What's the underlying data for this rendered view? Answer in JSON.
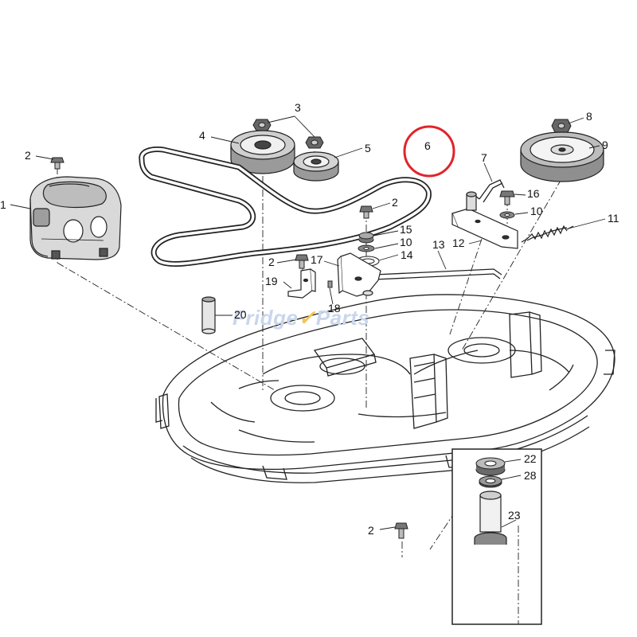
{
  "diagram": {
    "callouts": [
      {
        "id": "c1",
        "text": "1"
      },
      {
        "id": "c2a",
        "text": "2"
      },
      {
        "id": "c2b",
        "text": "2"
      },
      {
        "id": "c2c",
        "text": "2"
      },
      {
        "id": "c2d",
        "text": "2"
      },
      {
        "id": "c3",
        "text": "3"
      },
      {
        "id": "c4",
        "text": "4"
      },
      {
        "id": "c5",
        "text": "5"
      },
      {
        "id": "c6",
        "text": "6"
      },
      {
        "id": "c7",
        "text": "7"
      },
      {
        "id": "c8",
        "text": "8"
      },
      {
        "id": "c9",
        "text": "9"
      },
      {
        "id": "c10a",
        "text": "10"
      },
      {
        "id": "c10b",
        "text": "10"
      },
      {
        "id": "c11",
        "text": "11"
      },
      {
        "id": "c12",
        "text": "12"
      },
      {
        "id": "c13",
        "text": "13"
      },
      {
        "id": "c14",
        "text": "14"
      },
      {
        "id": "c15",
        "text": "15"
      },
      {
        "id": "c16",
        "text": "16"
      },
      {
        "id": "c17",
        "text": "17"
      },
      {
        "id": "c18",
        "text": "18"
      },
      {
        "id": "c19",
        "text": "19"
      },
      {
        "id": "c20",
        "text": "20"
      },
      {
        "id": "c22",
        "text": "22"
      },
      {
        "id": "c23",
        "text": "23"
      },
      {
        "id": "c28",
        "text": "28"
      }
    ],
    "highlight_color": "#e0242c",
    "line_color": "#222222"
  },
  "watermark": {
    "part1": "Fridge",
    "part2": "Parts"
  }
}
